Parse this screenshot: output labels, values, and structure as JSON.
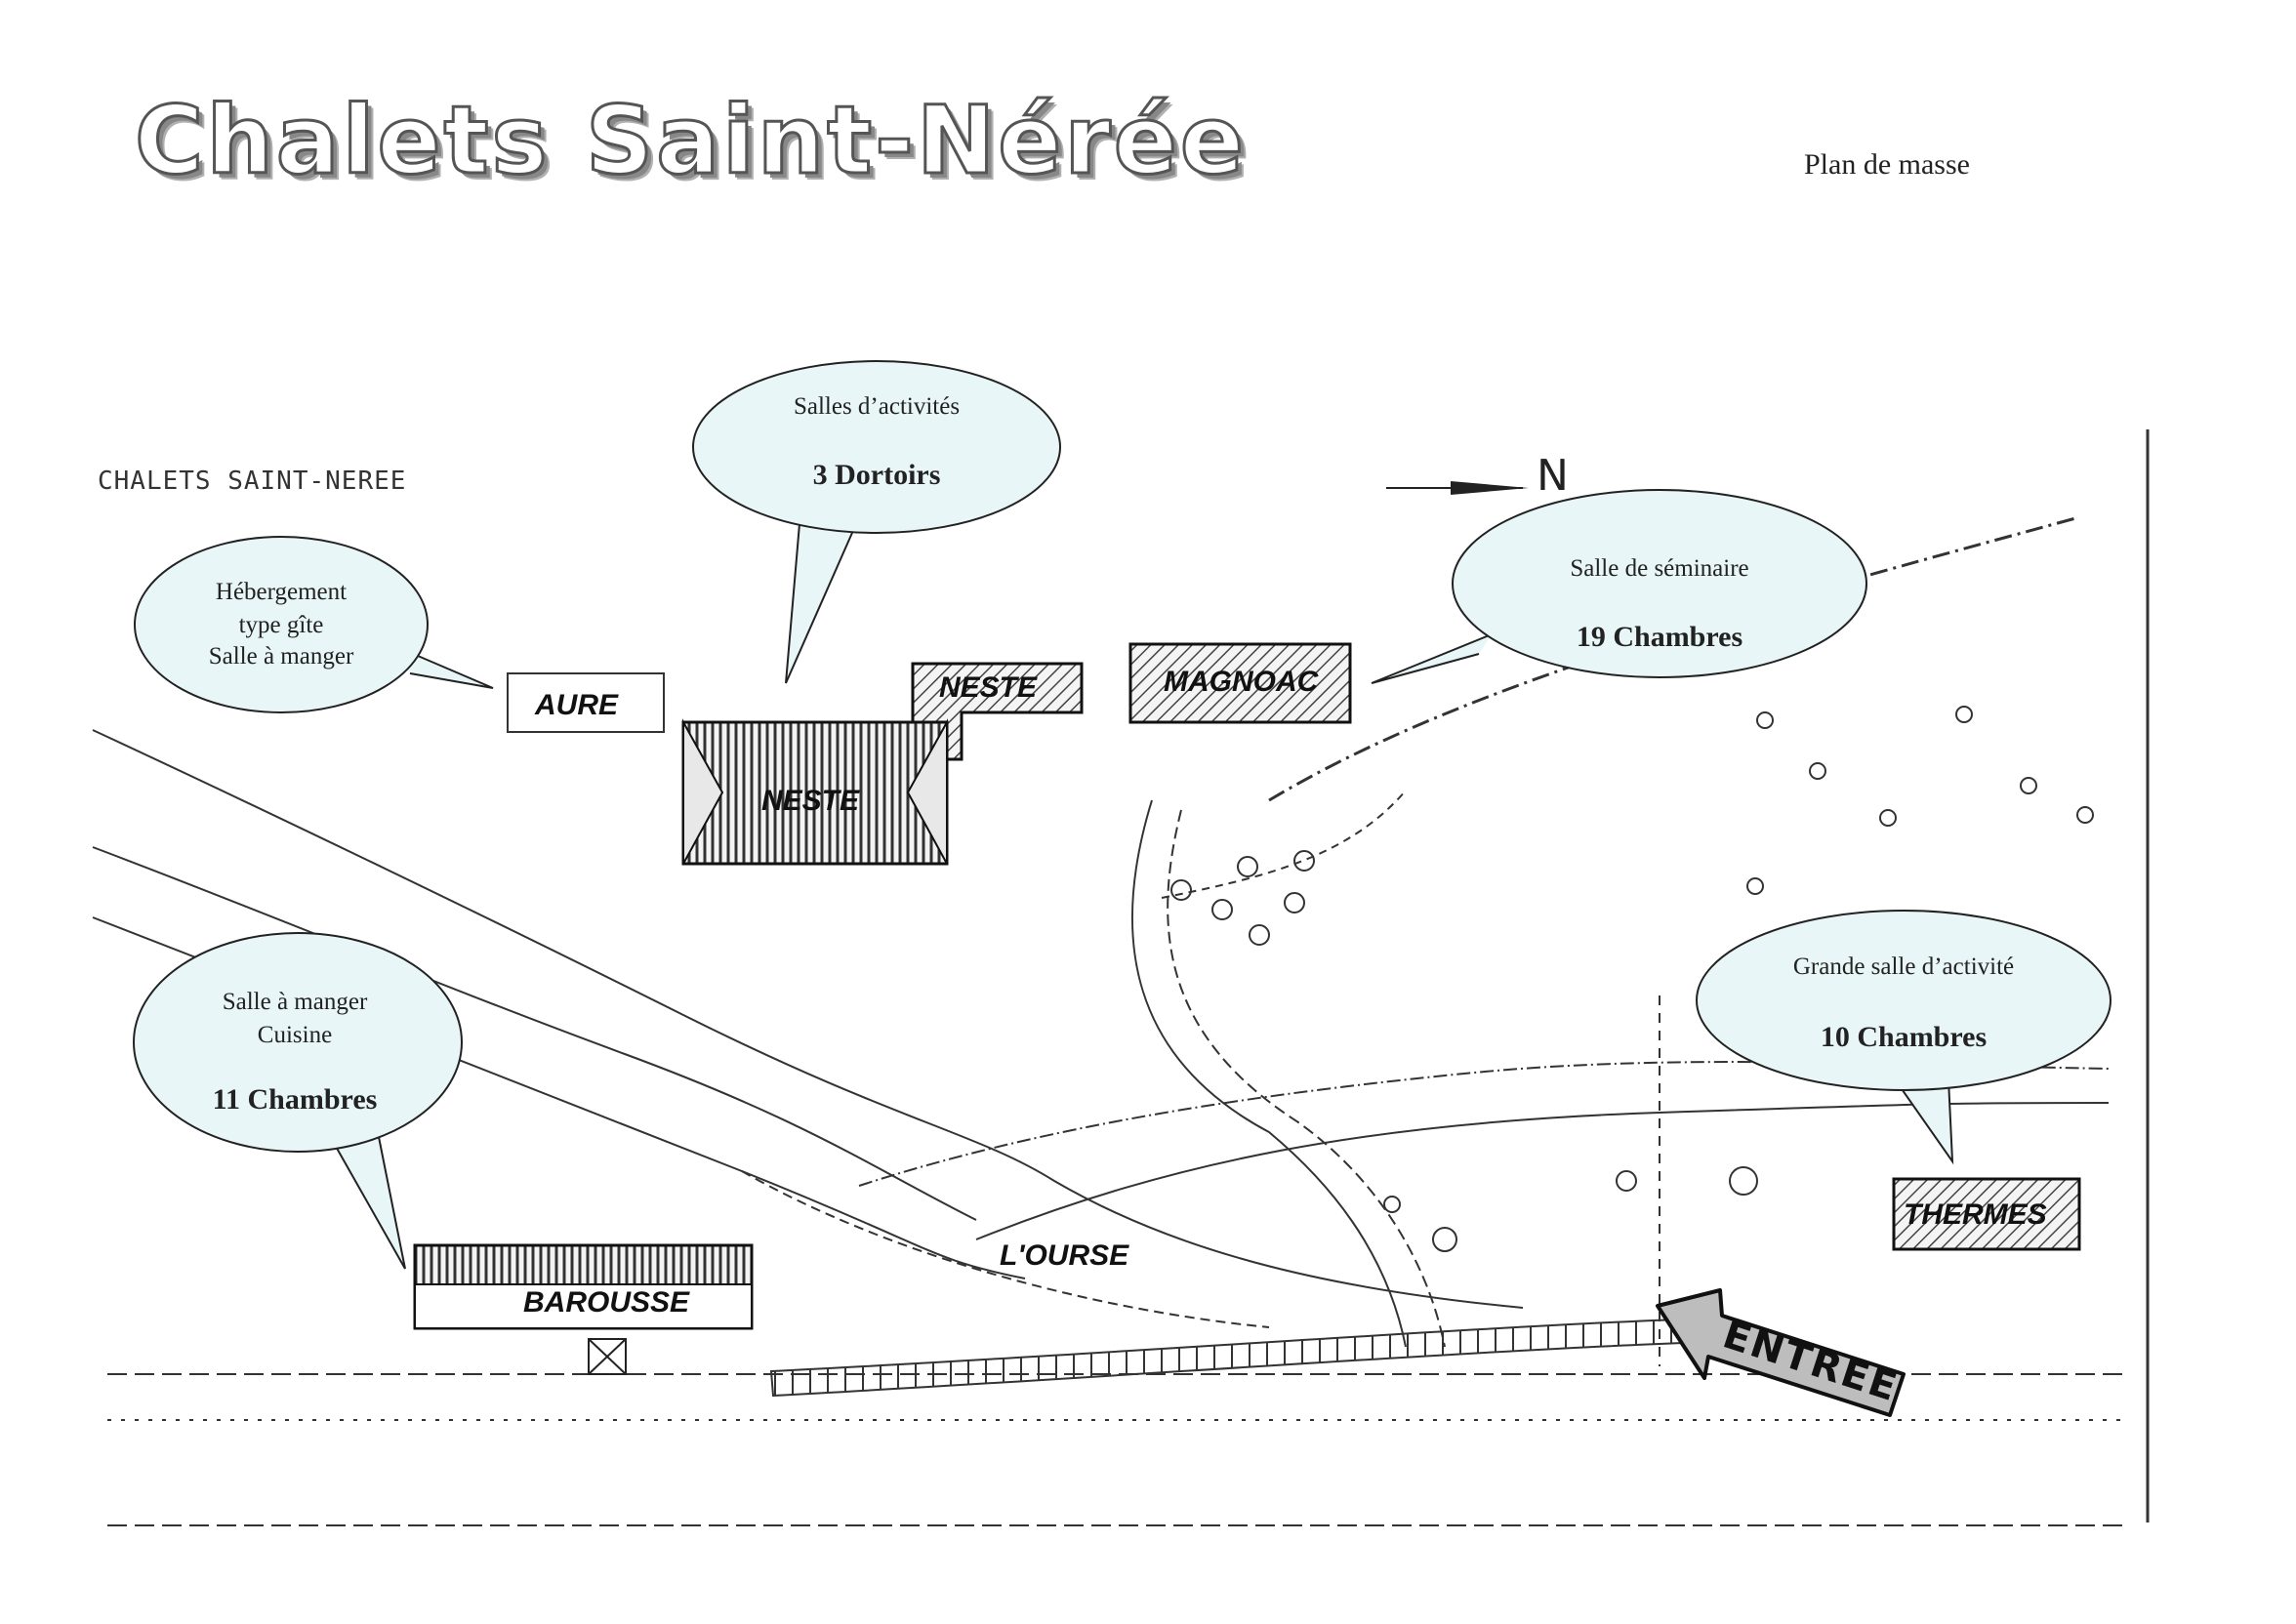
{
  "title": "Chalets Saint-Nérée",
  "subtitle": "Plan de masse",
  "plan_label": "CHALETS SAINT-NEREE",
  "north_label": "N",
  "buildings": {
    "aure": "AURE",
    "neste_top": "NESTE",
    "neste_main": "NESTE",
    "magnoac": "MAGNOAC",
    "ourse": "L'OURSE",
    "barousse": "BAROUSSE",
    "thermes": "THERMES"
  },
  "entree_label": "ENTREE",
  "bubbles": {
    "activites": {
      "line1": "Salles d’activités",
      "line2": "3 Dortoirs"
    },
    "hebergement": {
      "line1": "Hébergement",
      "line2": "type gîte",
      "line3": "Salle à manger"
    },
    "seminaire": {
      "line1": "Salle de séminaire",
      "line2": "19 Chambres"
    },
    "manger": {
      "line1": "Salle à manger",
      "line2": "Cuisine",
      "line3": "11 Chambres"
    },
    "grande": {
      "line1": "Grande salle d’activité",
      "line2": "10 Chambres"
    }
  },
  "colors": {
    "bubble_fill": "#e8f6f8",
    "ink": "#222222",
    "arrow_fill": "#bdbdbd"
  }
}
